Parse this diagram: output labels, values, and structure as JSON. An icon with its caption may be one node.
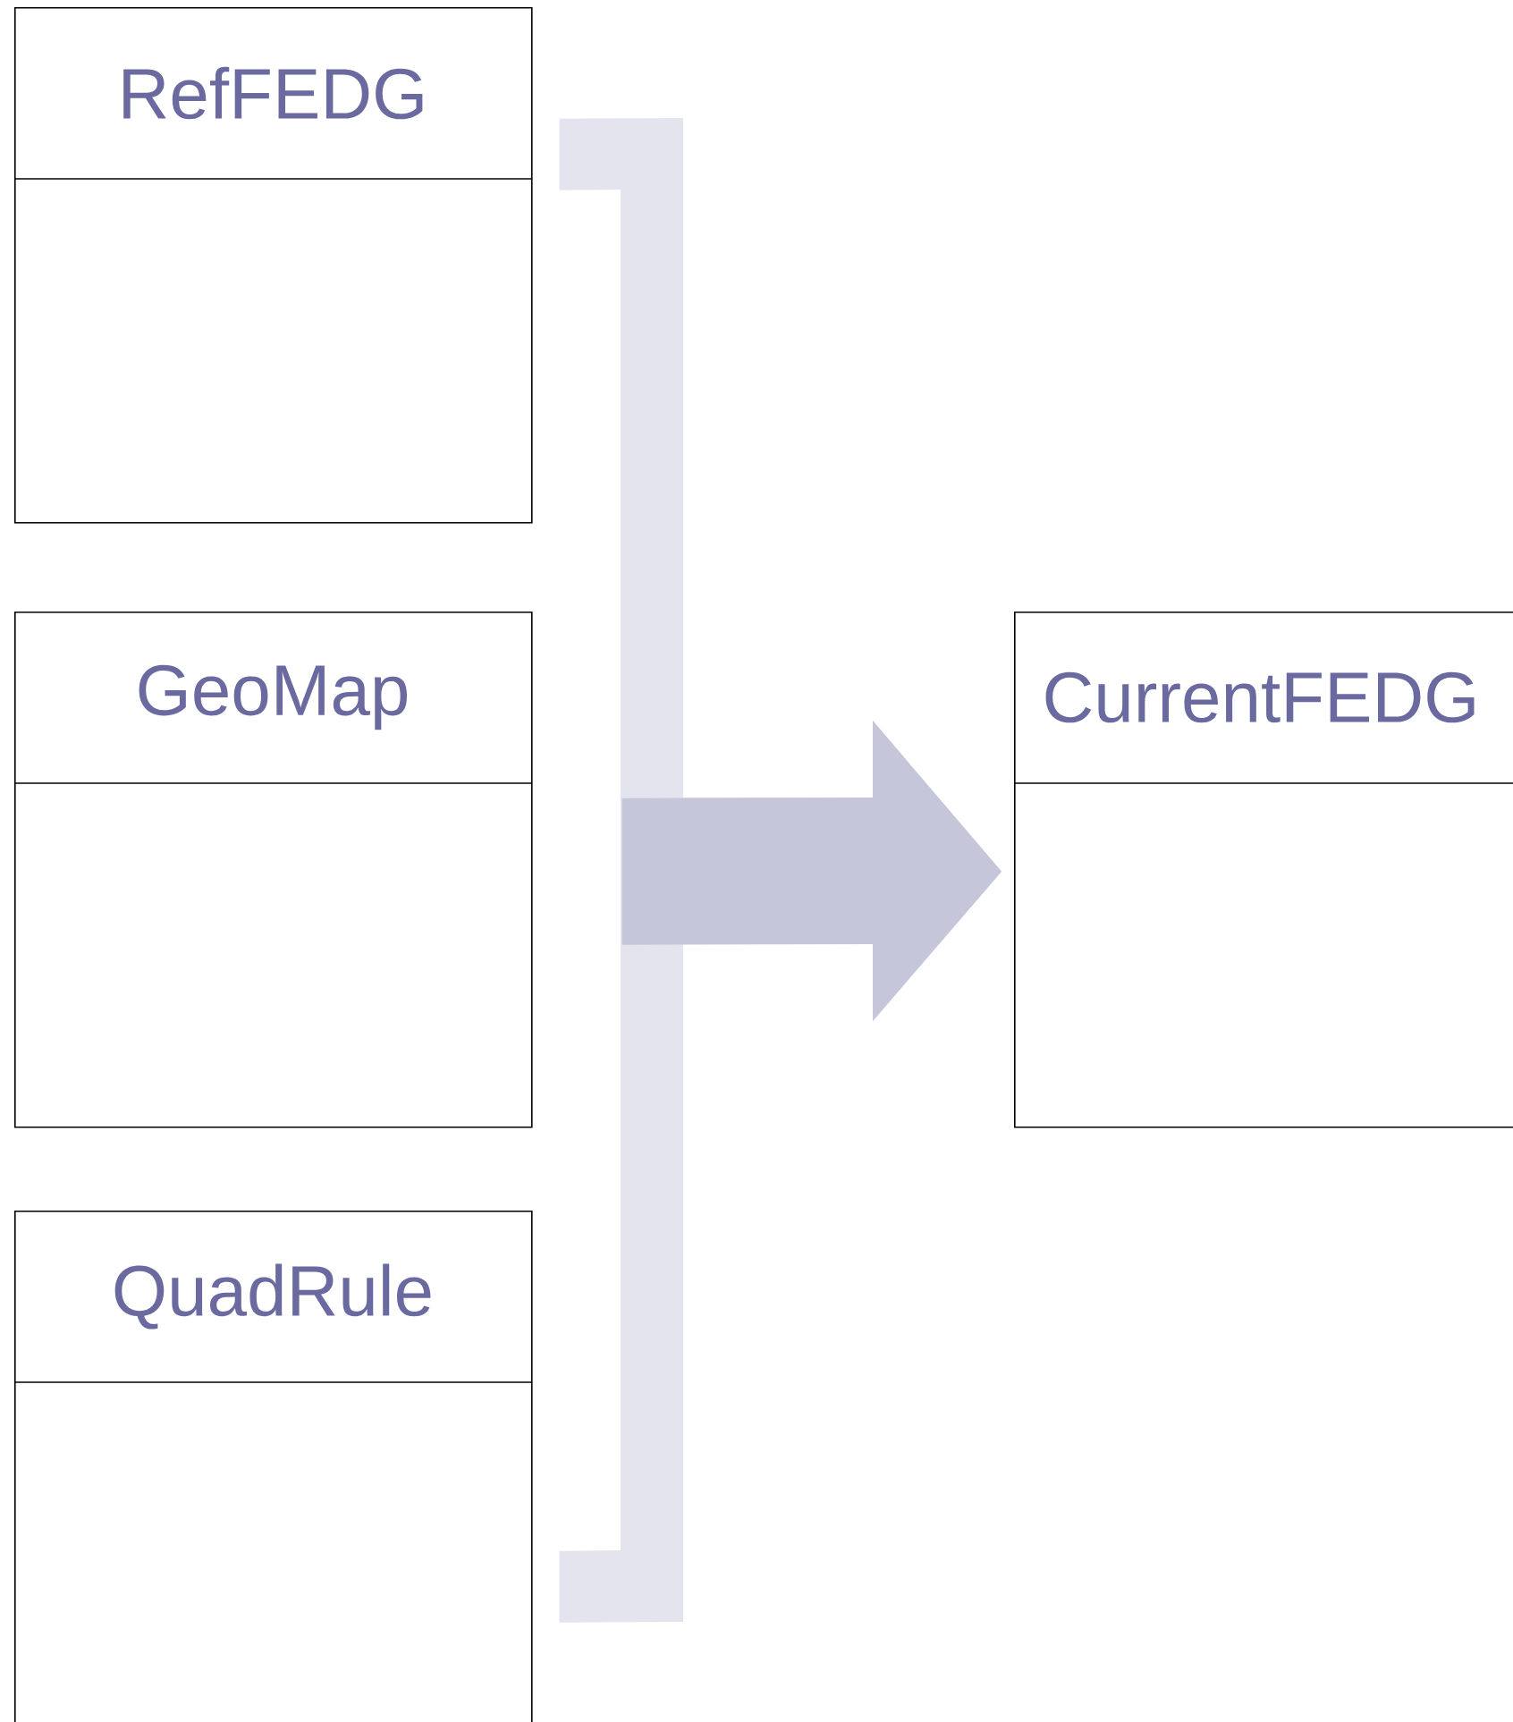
{
  "diagram": {
    "nodes": [
      {
        "text": [
          "RefFEDG"
        ]
      },
      {
        "text": [
          "GeoMap"
        ]
      },
      {
        "text": [
          "QuadRule"
        ]
      },
      {
        "text": [
          "CurrentFEDG"
        ]
      }
    ],
    "edges": [
      {
        "from": 0,
        "to": 3,
        "arrow": "to"
      },
      {
        "from": 1,
        "to": 3,
        "arrow": "to"
      },
      {
        "from": 2,
        "to": 3,
        "arrow": "to"
      }
    ]
  }
}
